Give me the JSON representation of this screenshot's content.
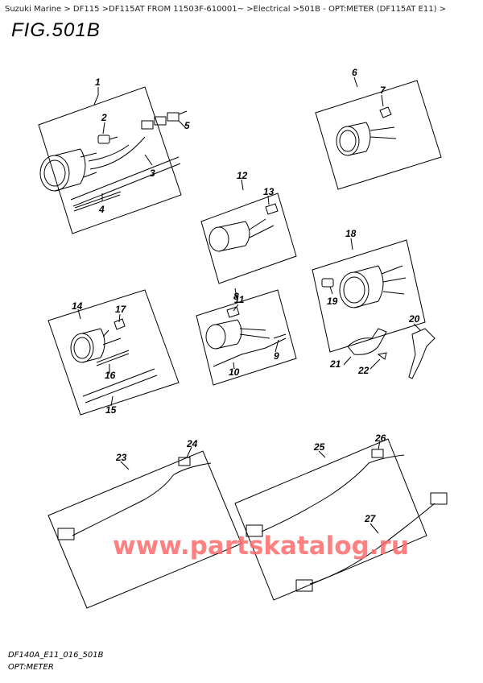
{
  "breadcrumb": "Suzuki Marine > DF115 >DF115AT FROM 11503F-610001~ >Electrical >501B - OPT:METER (DF115AT E11) >",
  "figure_title": "FIG.501B",
  "watermark": "www.partskatalog.ru",
  "footer_code": "DF140A_E11_016_501B",
  "footer_label": "OPT:METER",
  "callouts": [
    "1",
    "2",
    "3",
    "4",
    "5",
    "6",
    "7",
    "8",
    "9",
    "10",
    "11",
    "12",
    "13",
    "14",
    "15",
    "16",
    "17",
    "18",
    "19",
    "20",
    "21",
    "22",
    "23",
    "24",
    "25",
    "26",
    "27"
  ],
  "colors": {
    "line": "#000000",
    "watermark": "#ff6a6a",
    "background": "#ffffff"
  }
}
